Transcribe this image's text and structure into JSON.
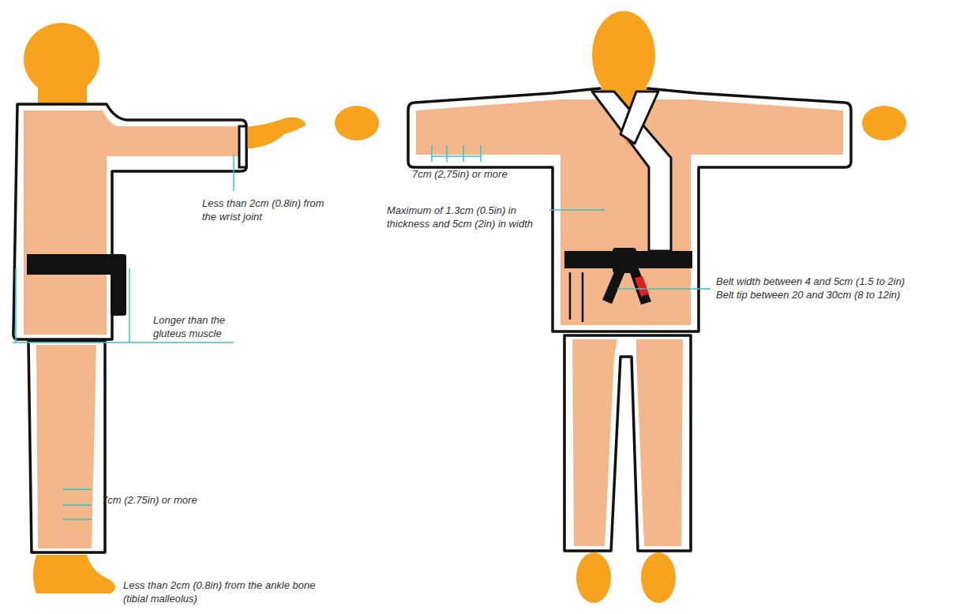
{
  "diagram": {
    "labels": [
      "Less than 2cm (0.8in) from the wrist joint",
      "Longer than the gluteus muscle",
      "7cm (2.75in) or more",
      "Less than 2cm (0.8in) from the ankle bone (tibial malleolus)",
      "7cm (2,75in) or more",
      "Maximum of 1.3cm (0.5in) in thickness and 5cm (2in) in width",
      "Belt width between 4 and 5cm (1.5 to 2in)",
      "Belt tip between 20 and 30cm (8 to 12in)"
    ]
  }
}
